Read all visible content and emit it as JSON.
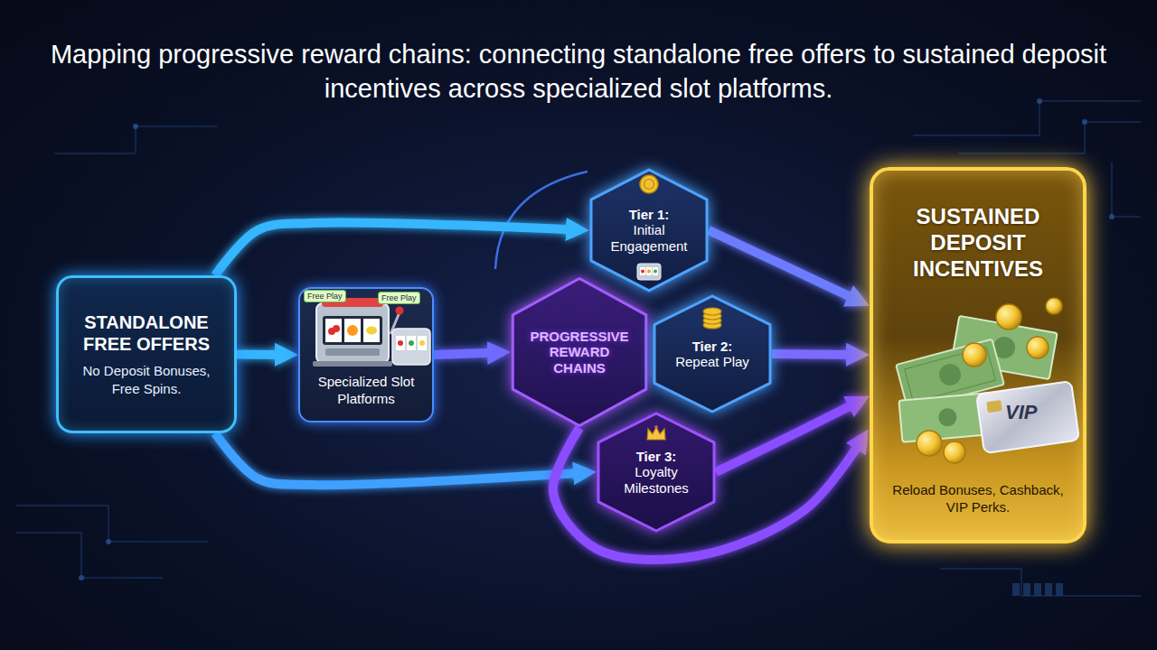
{
  "diagram": {
    "title": "Mapping progressive reward chains: connecting standalone free offers to sustained deposit incentives across specialized slot platforms.",
    "nodes": [
      {
        "text": [
          "STANDALONE FREE OFFERS",
          "No Deposit Bonuses, Free Spins."
        ]
      },
      {
        "text": [
          "Specialized Slot Platforms"
        ]
      },
      {
        "text": [
          "PROGRESSIVE REWARD CHAINS"
        ]
      },
      {
        "text": [
          "Tier 1:",
          "Initial Engagement"
        ]
      },
      {
        "text": [
          "Tier 2:",
          "Repeat Play"
        ]
      },
      {
        "text": [
          "Tier 3:",
          "Loyalty Milestones"
        ]
      },
      {
        "text": [
          "SUSTAINED DEPOSIT INCENTIVES",
          "Reload Bonuses, Cashback, VIP Perks."
        ]
      }
    ],
    "edges": [
      {
        "from": 0,
        "to": 1,
        "arrow": "to"
      },
      {
        "from": 0,
        "to": 3,
        "arrow": "to"
      },
      {
        "from": 0,
        "to": 5,
        "arrow": "to"
      },
      {
        "from": 1,
        "to": 2,
        "arrow": "to"
      },
      {
        "from": 3,
        "to": 6,
        "arrow": "to"
      },
      {
        "from": 4,
        "to": 6,
        "arrow": "to"
      },
      {
        "from": 5,
        "to": 6,
        "arrow": "to"
      },
      {
        "from": 2,
        "to": 6,
        "arrow": "to"
      }
    ],
    "labels": [
      "Free Play",
      "Free Play",
      "VIP"
    ]
  }
}
